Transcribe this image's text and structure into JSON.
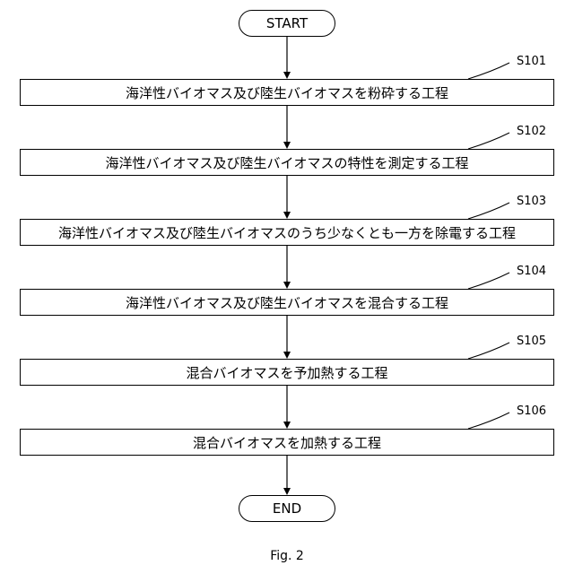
{
  "flowchart": {
    "start_label": "START",
    "end_label": "END",
    "steps": [
      {
        "id": "S101",
        "text": "海洋性バイオマス及び陸生バイオマスを粉砕する工程"
      },
      {
        "id": "S102",
        "text": "海洋性バイオマス及び陸生バイオマスの特性を測定する工程"
      },
      {
        "id": "S103",
        "text": "海洋性バイオマス及び陸生バイオマスのうち少なくとも一方を除電する工程"
      },
      {
        "id": "S104",
        "text": "海洋性バイオマス及び陸生バイオマスを混合する工程"
      },
      {
        "id": "S105",
        "text": "混合バイオマスを予加熱する工程"
      },
      {
        "id": "S106",
        "text": "混合バイオマスを加熱する工程"
      }
    ]
  },
  "caption": "Fig. 2"
}
